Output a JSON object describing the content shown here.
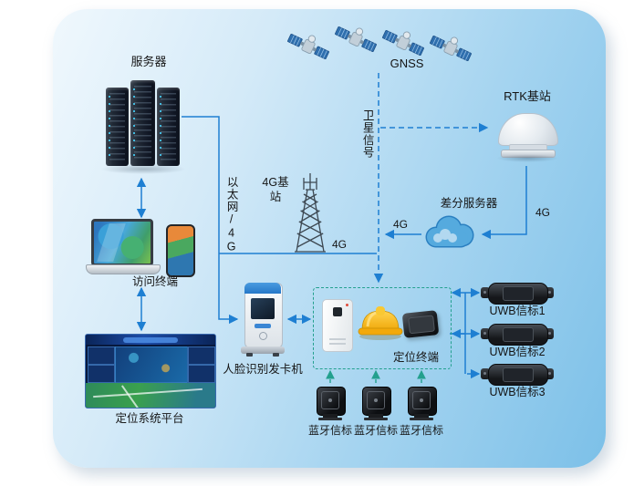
{
  "diagram": {
    "labels": {
      "gnss": "GNSS",
      "server": "服务器",
      "rtk_station": "RTK基站",
      "satellite_signal": "卫星信号",
      "g4_station": "4G基站",
      "ethernet_4g": "以太网/4G",
      "diff_server": "差分服务器",
      "g4": "4G",
      "access_terminal": "访问终端",
      "platform": "定位系统平台",
      "face_kiosk": "人脸识别发卡机",
      "positioning_terminal": "定位终端",
      "uwb_beacons": [
        "UWB信标1",
        "UWB信标2",
        "UWB信标3"
      ],
      "bt_beacons": [
        "蓝牙信标",
        "蓝牙信标",
        "蓝牙信标"
      ]
    },
    "colors": {
      "line_blue": "#1e7fd2",
      "line_teal": "#23a08e",
      "panel_start": "#f0f8fd",
      "panel_end": "#7cc0e8",
      "label_text": "#151515"
    }
  }
}
